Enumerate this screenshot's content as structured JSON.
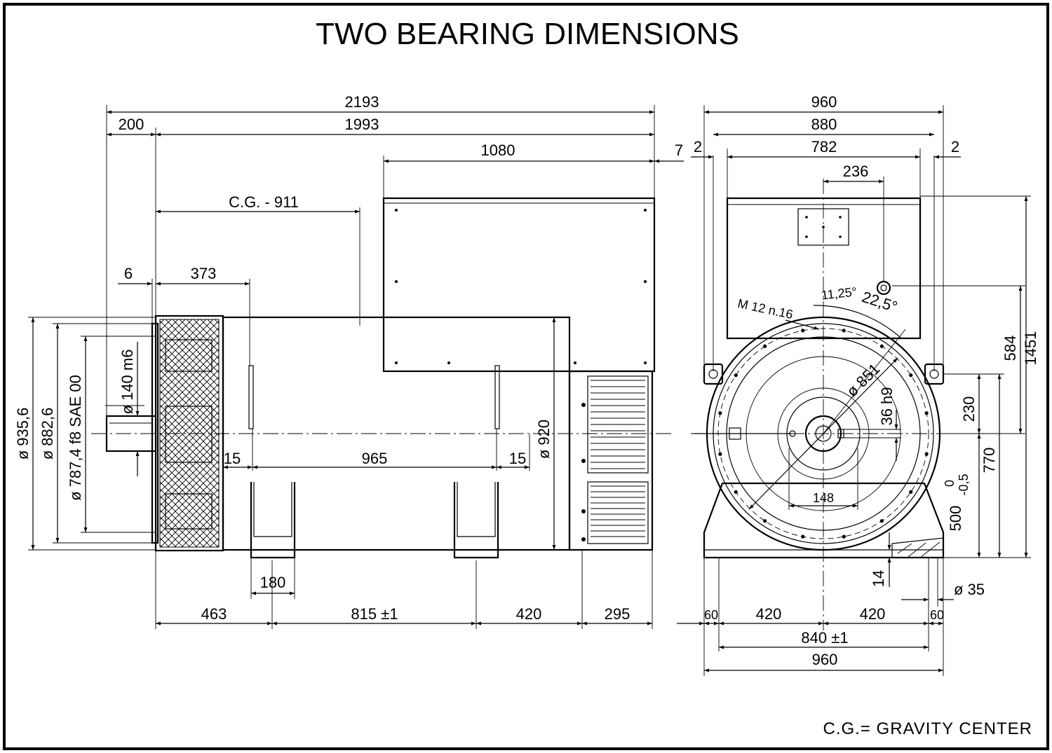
{
  "title": "TWO BEARING DIMENSIONS",
  "footnote": "C.G.= GRAVITY CENTER",
  "side_view": {
    "overall_length": "2193",
    "shaft_extension": "200",
    "body_length": "1993",
    "terminal_box_length": "1080",
    "rear_offset": "7",
    "cg_label": "C.G. - 911",
    "flange_offset": "6",
    "to_first_foot": "373",
    "diam_935": "ø 935,6",
    "diam_882": "ø 882,6",
    "diam_787": "ø 787,4  f8  SAE  00",
    "shaft_diam": "ø 140  m6",
    "body_diam": "ø 920",
    "foot_gap_left": "15",
    "foot_span_inner": "965",
    "foot_gap_right": "15",
    "foot_width": "180",
    "base_1": "463",
    "base_2": "815 ±1",
    "base_3": "420",
    "base_4": "295"
  },
  "front_view": {
    "overall_width": "960",
    "foot_width_outer": "880",
    "box_width": "782",
    "gap_left": "2",
    "gap_right": "2",
    "box_offset": "236",
    "angle_small": "11,25°",
    "angle_large": "22,5°",
    "thread": "M 12   n.16",
    "flange_pcd": "ø 851",
    "key": "36  h9",
    "key_width": "148",
    "height_584": "584",
    "height_1451": "1451",
    "height_230": "230",
    "height_770": "770",
    "height_500": "500",
    "tol_upper": "0",
    "tol_lower": "-0,5",
    "foot_thickness": "14",
    "hole_diam": "ø 35",
    "base_edge_left": "60",
    "base_half_left": "420",
    "base_half_right": "420",
    "base_edge_right": "60",
    "foot_holes": "840 ±1",
    "base_overall": "960"
  }
}
